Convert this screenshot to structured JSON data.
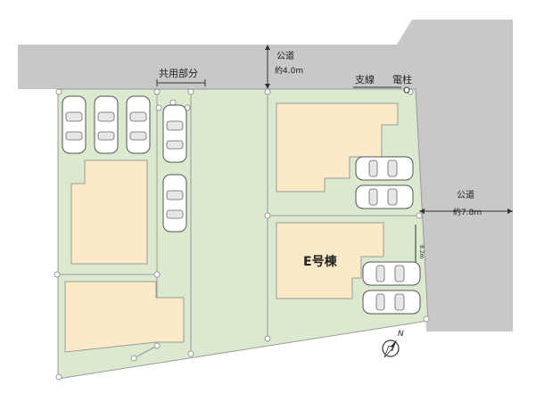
{
  "road_north": {
    "name": "公道",
    "width": "約4.0m"
  },
  "road_east": {
    "name": "公道",
    "width": "約7.8m"
  },
  "shared_area": {
    "label": "共用部分"
  },
  "stay_wire": {
    "label": "支線"
  },
  "utility_pole": {
    "label": "電柱"
  },
  "lot_e": {
    "label": "E号棟"
  },
  "frontage": {
    "label": "8.2m"
  },
  "compass": {
    "label": "N"
  },
  "colors": {
    "road": "#c8c8c8",
    "lot": "#dbe9cf",
    "building": "#fbe9c8",
    "boundary": "#9a9a9a"
  }
}
